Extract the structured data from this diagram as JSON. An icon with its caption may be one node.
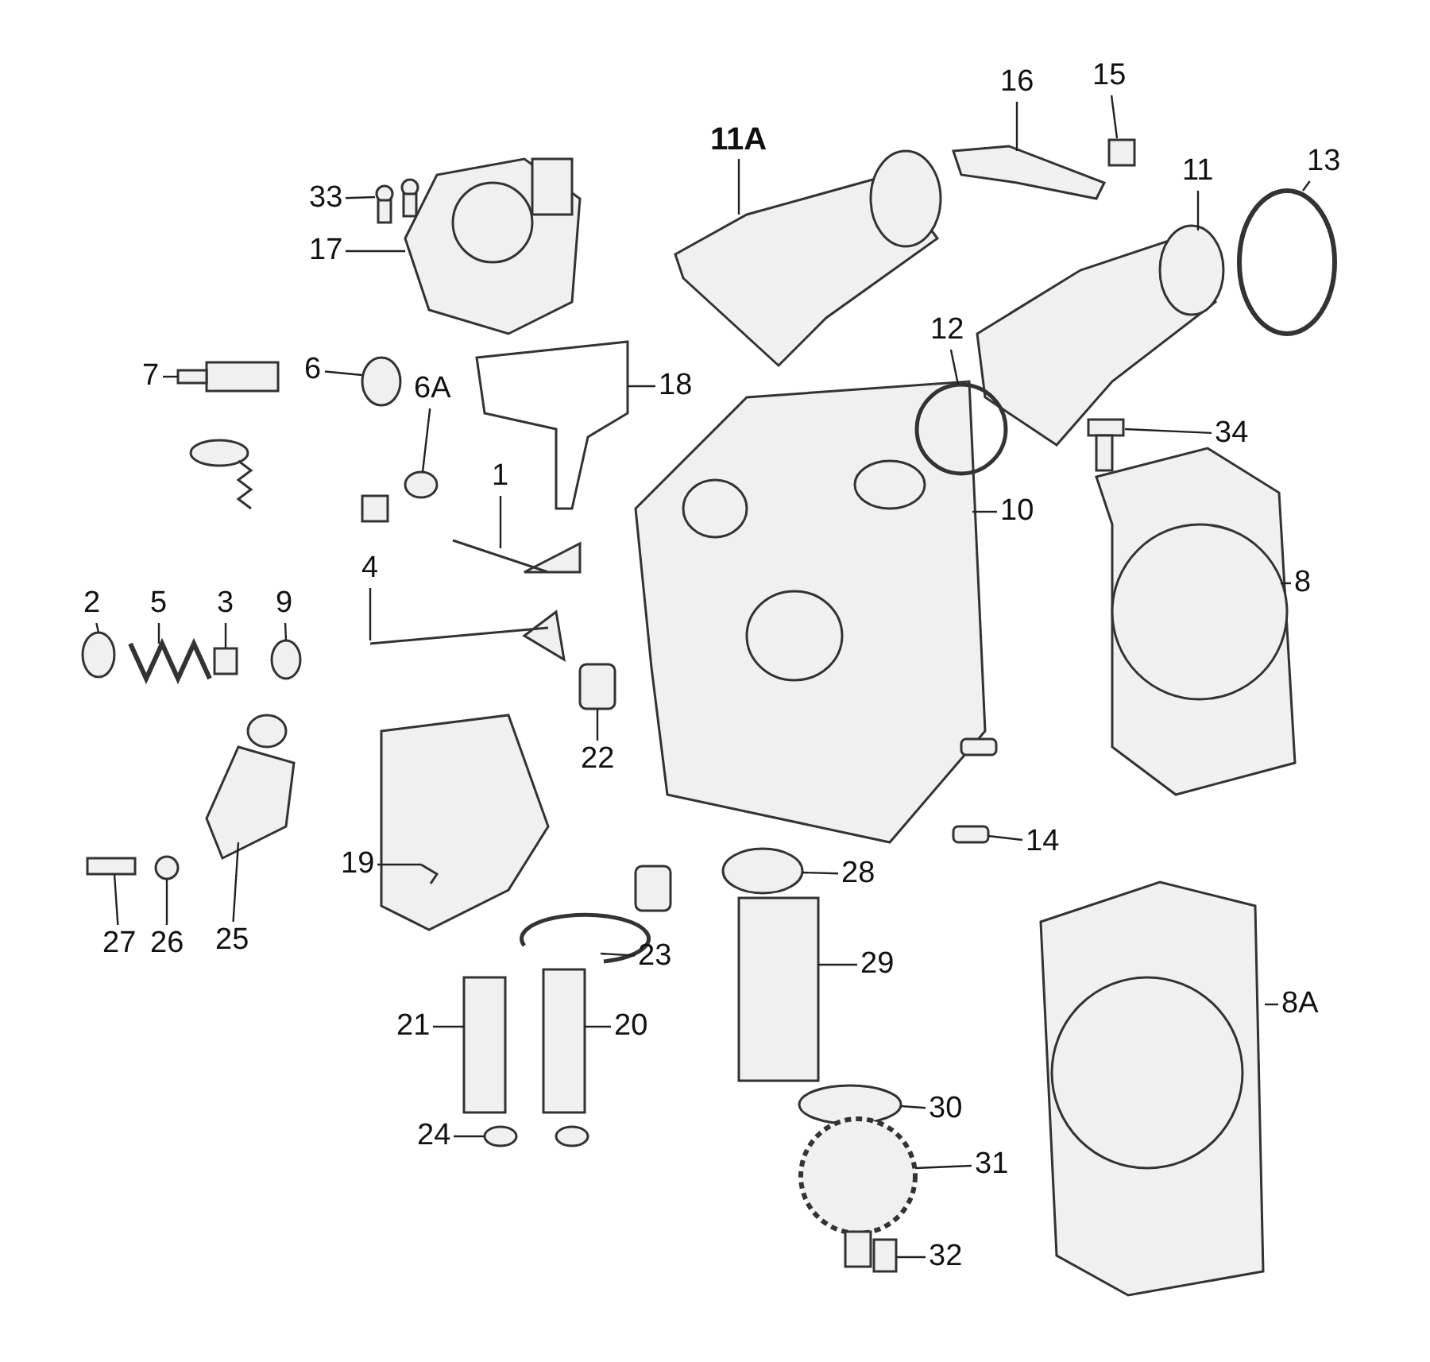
{
  "diagram": {
    "nodes": [
      {
        "text": [
          "33"
        ]
      },
      {
        "text": [
          "17"
        ]
      },
      {
        "text": [
          "11A"
        ]
      },
      {
        "text": [
          "16"
        ]
      },
      {
        "text": [
          "15"
        ]
      },
      {
        "text": [
          "11"
        ]
      },
      {
        "text": [
          "13"
        ]
      },
      {
        "text": [
          "7"
        ]
      },
      {
        "text": [
          "6"
        ]
      },
      {
        "text": [
          "6A"
        ]
      },
      {
        "text": [
          "18"
        ]
      },
      {
        "text": [
          "12"
        ]
      },
      {
        "text": [
          "34"
        ]
      },
      {
        "text": [
          "1"
        ]
      },
      {
        "text": [
          "10"
        ]
      },
      {
        "text": [
          "8"
        ]
      },
      {
        "text": [
          "2"
        ]
      },
      {
        "text": [
          "5"
        ]
      },
      {
        "text": [
          "3"
        ]
      },
      {
        "text": [
          "9"
        ]
      },
      {
        "text": [
          "4"
        ]
      },
      {
        "text": [
          "22"
        ]
      },
      {
        "text": [
          "19"
        ]
      },
      {
        "text": [
          "14"
        ]
      },
      {
        "text": [
          "28"
        ]
      },
      {
        "text": [
          "27"
        ]
      },
      {
        "text": [
          "26"
        ]
      },
      {
        "text": [
          "25"
        ]
      },
      {
        "text": [
          "23"
        ]
      },
      {
        "text": [
          "29"
        ]
      },
      {
        "text": [
          "21"
        ]
      },
      {
        "text": [
          "20"
        ]
      },
      {
        "text": [
          "8A"
        ]
      },
      {
        "text": [
          "24"
        ]
      },
      {
        "text": [
          "30"
        ]
      },
      {
        "text": [
          "31"
        ]
      },
      {
        "text": [
          "32"
        ]
      }
    ],
    "edges": [
      {
        "from": 0,
        "to": null,
        "arrow": "none"
      },
      {
        "from": 1,
        "to": null,
        "arrow": "none"
      },
      {
        "from": 2,
        "to": null,
        "arrow": "none"
      },
      {
        "from": 3,
        "to": null,
        "arrow": "none"
      },
      {
        "from": 4,
        "to": null,
        "arrow": "none"
      },
      {
        "from": 5,
        "to": null,
        "arrow": "none"
      },
      {
        "from": 6,
        "to": null,
        "arrow": "none"
      },
      {
        "from": 7,
        "to": null,
        "arrow": "none"
      },
      {
        "from": 8,
        "to": null,
        "arrow": "none"
      },
      {
        "from": 9,
        "to": null,
        "arrow": "none"
      },
      {
        "from": 10,
        "to": null,
        "arrow": "none"
      },
      {
        "from": 11,
        "to": null,
        "arrow": "none"
      },
      {
        "from": 12,
        "to": null,
        "arrow": "none"
      },
      {
        "from": 13,
        "to": null,
        "arrow": "none"
      },
      {
        "from": 14,
        "to": null,
        "arrow": "none"
      },
      {
        "from": 15,
        "to": null,
        "arrow": "none"
      },
      {
        "from": 16,
        "to": null,
        "arrow": "none"
      },
      {
        "from": 17,
        "to": null,
        "arrow": "none"
      },
      {
        "from": 18,
        "to": null,
        "arrow": "none"
      },
      {
        "from": 19,
        "to": null,
        "arrow": "none"
      },
      {
        "from": 20,
        "to": null,
        "arrow": "none"
      },
      {
        "from": 21,
        "to": null,
        "arrow": "none"
      },
      {
        "from": 22,
        "to": null,
        "arrow": "none"
      },
      {
        "from": 23,
        "to": null,
        "arrow": "none"
      },
      {
        "from": 24,
        "to": null,
        "arrow": "none"
      },
      {
        "from": 25,
        "to": null,
        "arrow": "none"
      },
      {
        "from": 26,
        "to": null,
        "arrow": "none"
      },
      {
        "from": 27,
        "to": null,
        "arrow": "none"
      },
      {
        "from": 28,
        "to": null,
        "arrow": "none"
      },
      {
        "from": 29,
        "to": null,
        "arrow": "none"
      },
      {
        "from": 30,
        "to": null,
        "arrow": "none"
      },
      {
        "from": 31,
        "to": null,
        "arrow": "none"
      },
      {
        "from": 32,
        "to": null,
        "arrow": "none"
      },
      {
        "from": 33,
        "to": null,
        "arrow": "none"
      },
      {
        "from": 34,
        "to": null,
        "arrow": "none"
      },
      {
        "from": 35,
        "to": null,
        "arrow": "none"
      },
      {
        "from": 36,
        "to": null,
        "arrow": "none"
      }
    ]
  }
}
